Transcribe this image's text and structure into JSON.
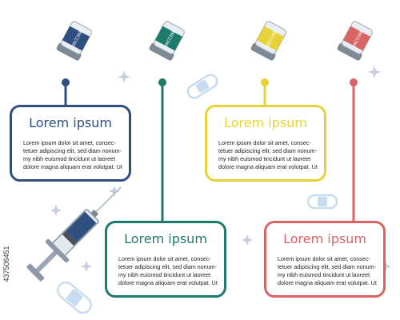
{
  "cards": [
    {
      "title": "Lorem ipsum",
      "color": "#2f4f7f",
      "lines": [
        "Lorem ipsum dolor sit amet, consec-",
        "tetuer adipiscing elit, sed diam nonum-",
        "my nibh euismod tincidunt ut laoreet",
        "dolore magna aliquam erat volutpat. Ut"
      ]
    },
    {
      "title": "Lorem ipsum",
      "color": "#1e7a6b",
      "lines": [
        "Lorem ipsum dolor sit amet, consec-",
        "tetuer adipiscing elit, sed diam nonum-",
        "my nibh euismod tincidunt ut laoreet",
        "dolore magna aliquam erat volutpat. Ut"
      ]
    },
    {
      "title": "Lorem ipsum",
      "color": "#e8d23a",
      "lines": [
        "Lorem ipsum dolor sit amet, consec-",
        "tetuer adipiscing elit, sed diam nonum-",
        "my nibh euismod tincidunt ut laoreet",
        "dolore magna aliquam erat volutpat. Ut"
      ]
    },
    {
      "title": "Lorem ipsum",
      "color": "#d96464",
      "lines": [
        "Lorem ipsum dolor sit amet, consec-",
        "tetuer adipiscing elit, sed diam nonum-",
        "my nibh euismod tincidunt ut laoreet",
        "dolore magna aliquam erat volutpat. Ut"
      ]
    }
  ],
  "vials": [
    {
      "label": "VACCINE",
      "color": "#2f4f7f",
      "icon": "vaccine-vial-icon"
    },
    {
      "label": "VACCINE",
      "color": "#1e7a6b",
      "icon": "vaccine-vial-icon"
    },
    {
      "label": "VACCINE",
      "color": "#e8d23a",
      "icon": "vaccine-vial-icon"
    },
    {
      "label": "VACCINE",
      "color": "#d96464",
      "icon": "vaccine-vial-icon"
    }
  ],
  "decorations": {
    "syringe_icon": "syringe-icon",
    "bandage_icon": "bandage-icon",
    "sparkle_icon": "sparkle-icon",
    "syringe_fill_color": "#2f4f7f",
    "bandage_color": "#c9dbee"
  },
  "stock_id": "437506451"
}
